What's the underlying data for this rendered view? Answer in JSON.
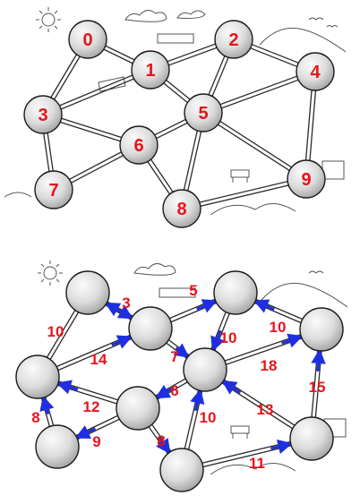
{
  "colors": {
    "road": "#2a2a2a",
    "node_fill_light": "#f4f4f4",
    "node_fill_dark": "#a9a9a9",
    "node_stroke": "#1a1a1a",
    "label_red": "#e8141c",
    "arrow_blue": "#1f2ee0",
    "sketch": "#555555"
  },
  "top_map": {
    "nodes": [
      {
        "id": "0",
        "label": "0"
      },
      {
        "id": "1",
        "label": "1"
      },
      {
        "id": "2",
        "label": "2"
      },
      {
        "id": "3",
        "label": "3"
      },
      {
        "id": "4",
        "label": "4"
      },
      {
        "id": "5",
        "label": "5"
      },
      {
        "id": "6",
        "label": "6"
      },
      {
        "id": "7",
        "label": "7"
      },
      {
        "id": "8",
        "label": "8"
      },
      {
        "id": "9",
        "label": "9"
      }
    ],
    "roads": [
      [
        "0",
        "1"
      ],
      [
        "0",
        "3"
      ],
      [
        "1",
        "2"
      ],
      [
        "1",
        "3"
      ],
      [
        "1",
        "5"
      ],
      [
        "2",
        "4"
      ],
      [
        "2",
        "5"
      ],
      [
        "3",
        "6"
      ],
      [
        "3",
        "7"
      ],
      [
        "4",
        "5"
      ],
      [
        "4",
        "9"
      ],
      [
        "5",
        "6"
      ],
      [
        "5",
        "8"
      ],
      [
        "5",
        "9"
      ],
      [
        "6",
        "7"
      ],
      [
        "6",
        "8"
      ],
      [
        "8",
        "9"
      ]
    ]
  },
  "bottom_map": {
    "roads": [
      [
        "0",
        "1"
      ],
      [
        "0",
        "3"
      ],
      [
        "1",
        "2"
      ],
      [
        "1",
        "3"
      ],
      [
        "1",
        "5"
      ],
      [
        "2",
        "4"
      ],
      [
        "2",
        "5"
      ],
      [
        "3",
        "6"
      ],
      [
        "3",
        "7"
      ],
      [
        "4",
        "5"
      ],
      [
        "4",
        "9"
      ],
      [
        "5",
        "6"
      ],
      [
        "5",
        "8"
      ],
      [
        "5",
        "9"
      ],
      [
        "6",
        "7"
      ],
      [
        "6",
        "8"
      ],
      [
        "8",
        "9"
      ]
    ],
    "flows": [
      {
        "from": "1",
        "to": "0",
        "label": "10"
      },
      {
        "from": "0",
        "to": "1",
        "label": "3"
      },
      {
        "from": "1",
        "to": "2",
        "label": "5"
      },
      {
        "from": "2",
        "to": "5",
        "label": "10"
      },
      {
        "from": "4",
        "to": "2",
        "label": "10"
      },
      {
        "from": "3",
        "to": "1",
        "label": "14"
      },
      {
        "from": "1",
        "to": "5",
        "label": "7"
      },
      {
        "from": "5",
        "to": "4",
        "label": "18"
      },
      {
        "from": "7",
        "to": "3",
        "label": "8"
      },
      {
        "from": "6",
        "to": "3",
        "label": "12"
      },
      {
        "from": "5",
        "to": "6",
        "label": "6"
      },
      {
        "from": "9",
        "to": "5",
        "label": "13"
      },
      {
        "from": "9",
        "to": "4",
        "label": "15"
      },
      {
        "from": "6",
        "to": "7",
        "label": "9"
      },
      {
        "from": "6",
        "to": "8",
        "label": "8"
      },
      {
        "from": "8",
        "to": "5",
        "label": "10"
      },
      {
        "from": "8",
        "to": "9",
        "label": "11"
      }
    ]
  }
}
